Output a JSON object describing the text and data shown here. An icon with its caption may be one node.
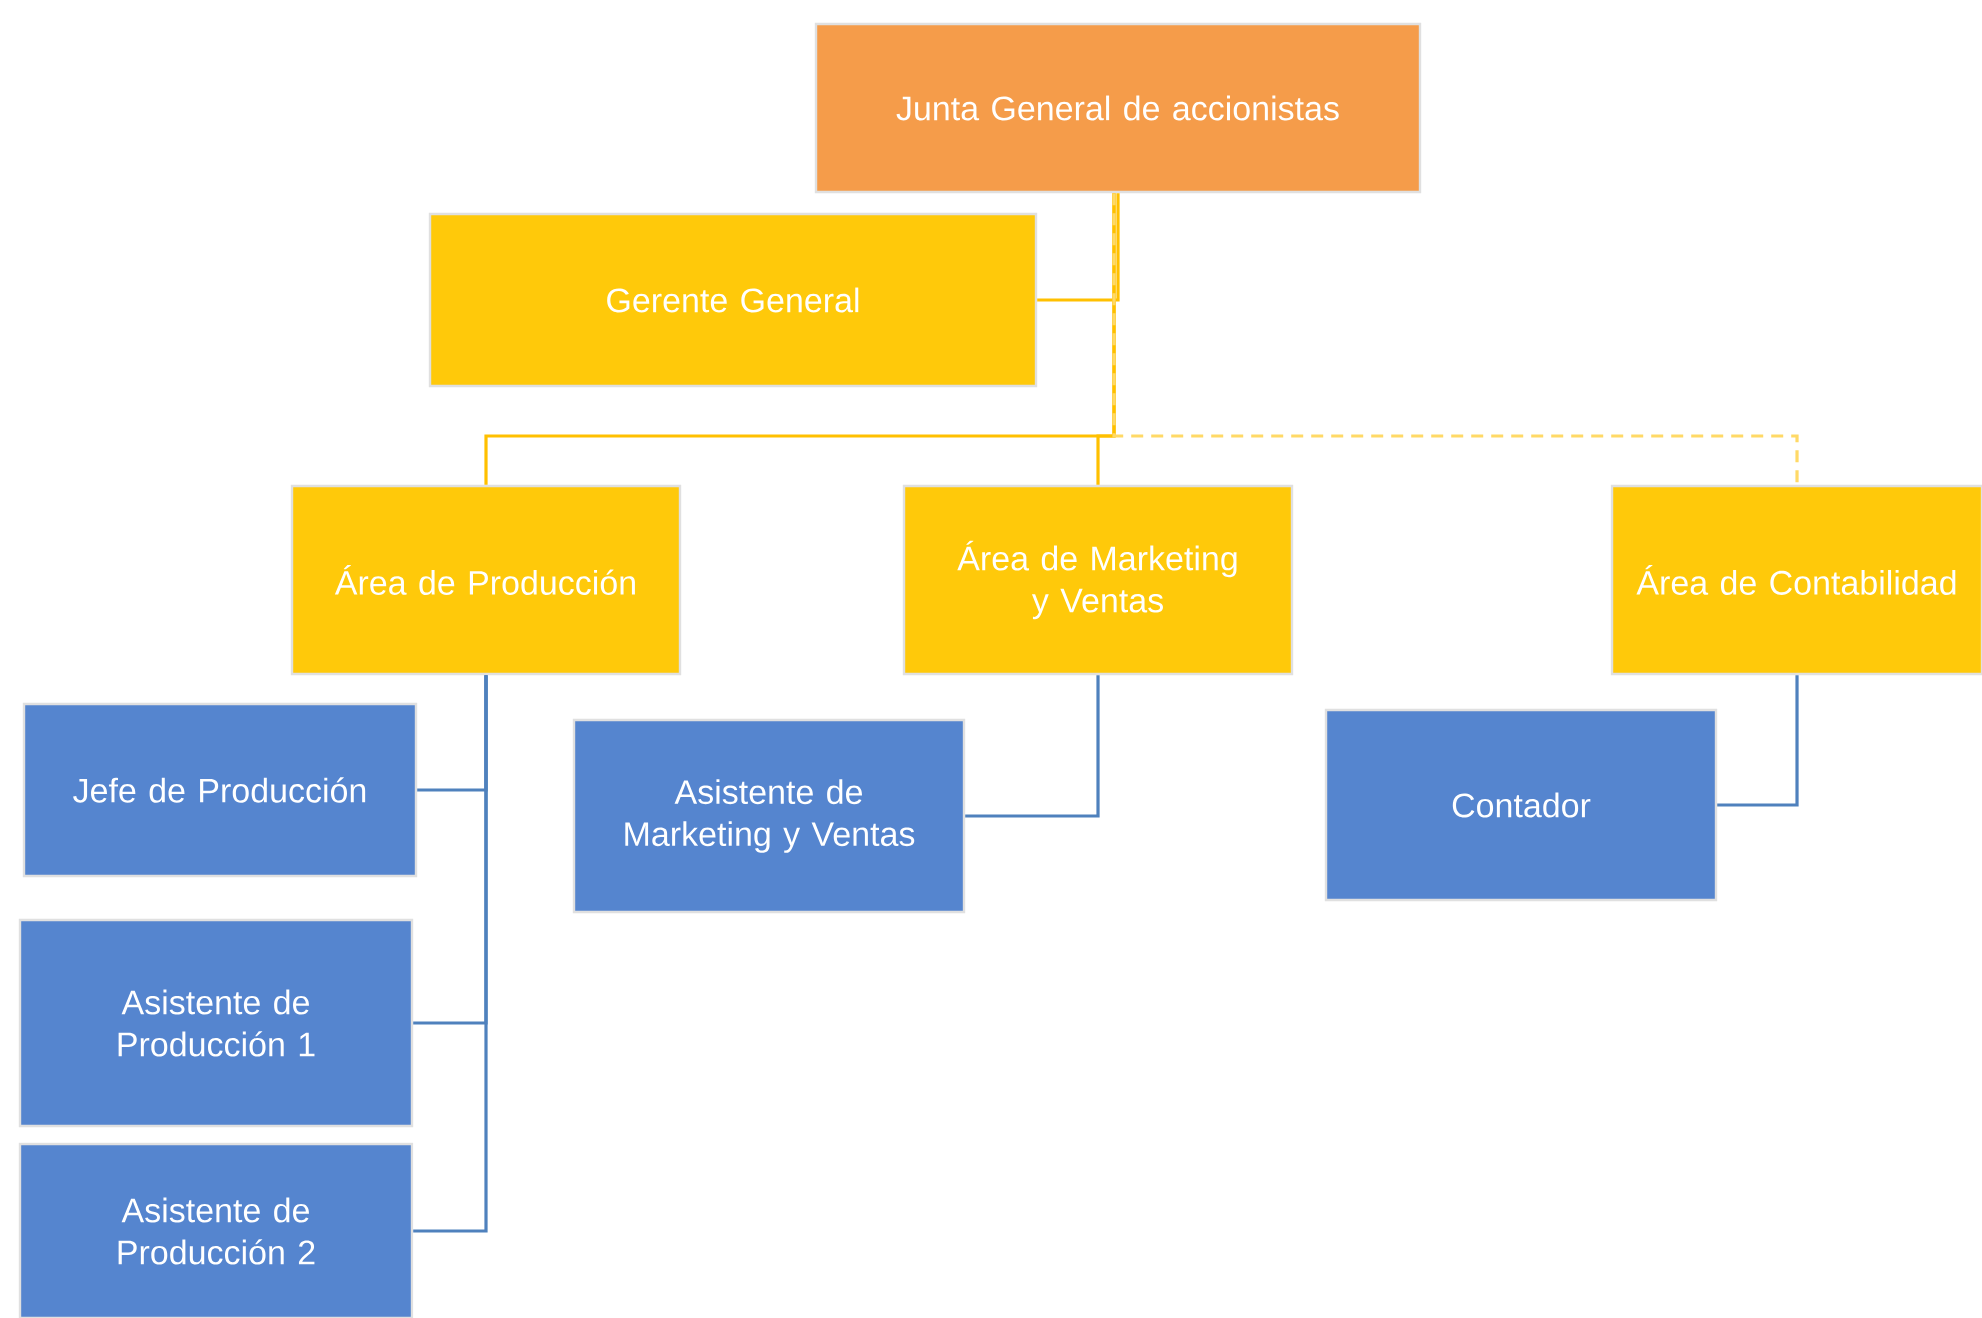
{
  "diagram": {
    "nodes": [
      {
        "text": [
          "Junta General de accionistas"
        ]
      },
      {
        "text": [
          "Gerente General"
        ]
      },
      {
        "text": [
          "Área de Producción"
        ]
      },
      {
        "text": [
          "Área de Marketing y Ventas"
        ]
      },
      {
        "text": [
          "Área de Contabilidad"
        ]
      },
      {
        "text": [
          "Jefe de Producción"
        ]
      },
      {
        "text": [
          "Asistente de Producción 1"
        ]
      },
      {
        "text": [
          "Asistente de Producción 2"
        ]
      },
      {
        "text": [
          "Asistente de Marketing y Ventas"
        ]
      },
      {
        "text": [
          "Contador"
        ]
      }
    ],
    "edges": [
      {
        "from": 0,
        "to": 1,
        "arrow": "none",
        "color": "#ffc000"
      },
      {
        "from": 0,
        "to": 2,
        "arrow": "none",
        "color": "#ffc000"
      },
      {
        "from": 0,
        "to": 3,
        "arrow": "none",
        "color": "#ffc000"
      },
      {
        "from": 0,
        "to": 4,
        "arrow": "none",
        "style": "dashed",
        "color": "#ffd966"
      },
      {
        "from": 2,
        "to": 5,
        "arrow": "none",
        "color": "#4f81bd"
      },
      {
        "from": 2,
        "to": 6,
        "arrow": "none",
        "color": "#4f81bd"
      },
      {
        "from": 2,
        "to": 7,
        "arrow": "none",
        "color": "#4f81bd"
      },
      {
        "from": 3,
        "to": 8,
        "arrow": "none",
        "color": "#4f81bd"
      },
      {
        "from": 4,
        "to": 9,
        "arrow": "none",
        "color": "#4f81bd"
      }
    ]
  }
}
